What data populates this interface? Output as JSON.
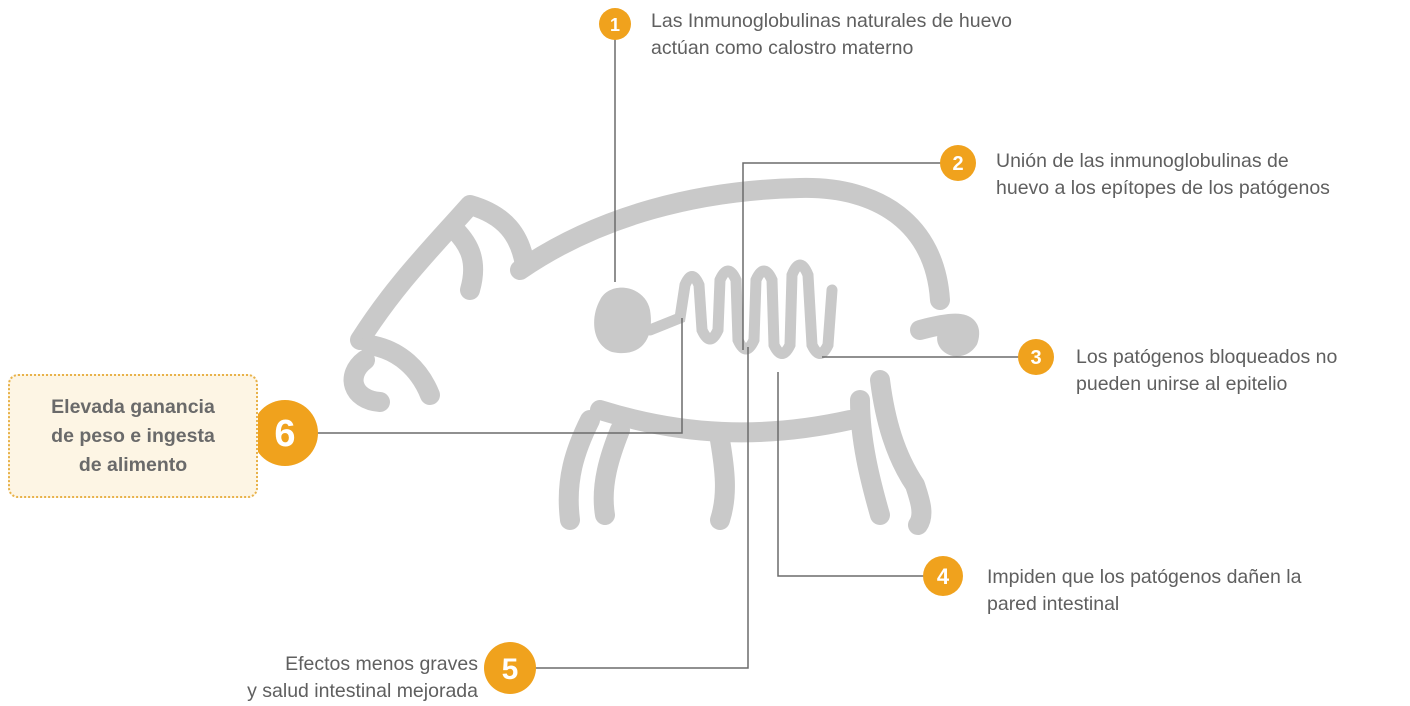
{
  "colors": {
    "accent": "#f0a21d",
    "connector": "#6b6b6b",
    "silhouette": "#c9c9c9",
    "callout_fill": "#fdf5e4",
    "callout_border": "#e8b24a"
  },
  "icons": [
    "pig-silhouette",
    "intestine-icon",
    "stomach-icon"
  ],
  "steps": [
    {
      "number": "1",
      "lines": [
        "Las Inmunoglobulinas naturales de huevo",
        "actúan como calostro materno"
      ]
    },
    {
      "number": "2",
      "lines": [
        "Unión de las inmunoglobulinas de",
        "huevo a los epítopes de los patógenos"
      ]
    },
    {
      "number": "3",
      "lines": [
        "Los patógenos bloqueados no",
        "pueden unirse al epitelio"
      ]
    },
    {
      "number": "4",
      "lines": [
        "Impiden que los patógenos dañen la",
        "pared intestinal"
      ]
    },
    {
      "number": "5",
      "lines": [
        "Efectos menos graves",
        "y salud intestinal mejorada"
      ]
    },
    {
      "number": "6",
      "lines": [
        "Elevada ganancia",
        "de peso e ingesta",
        "de alimento"
      ]
    }
  ]
}
